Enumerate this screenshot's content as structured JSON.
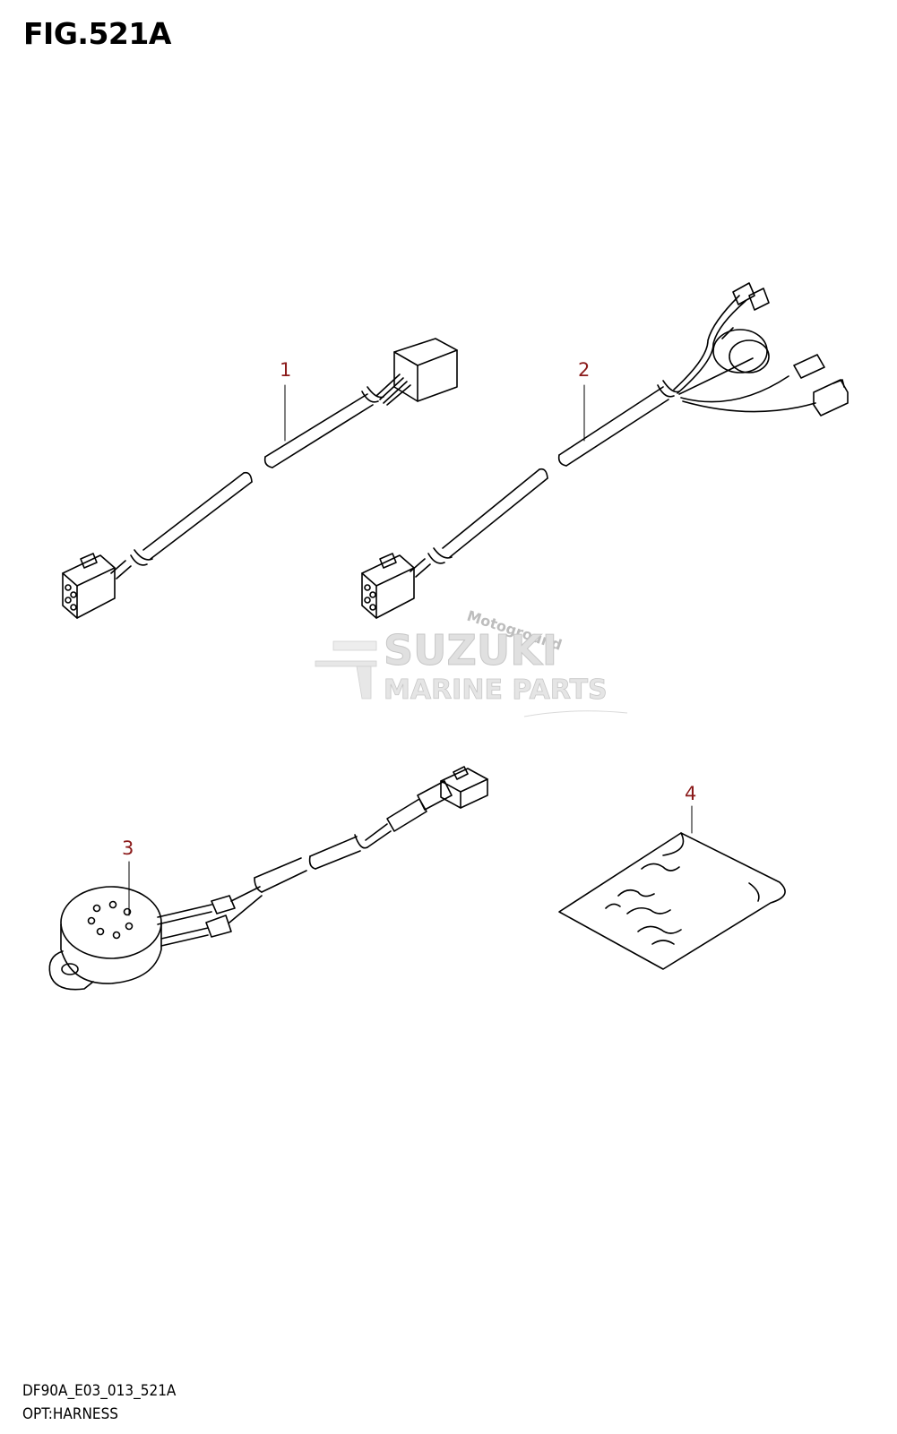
{
  "figure": {
    "title": "FIG.521A",
    "code": "DF90A_E03_013_521A",
    "description": "OPT:HARNESS"
  },
  "callouts": [
    {
      "number": "1"
    },
    {
      "number": "2"
    },
    {
      "number": "3"
    },
    {
      "number": "4"
    }
  ],
  "watermark": {
    "script_text": "Motoground",
    "brand": "SUZUKI",
    "subtitle": "MARINE PARTS"
  }
}
